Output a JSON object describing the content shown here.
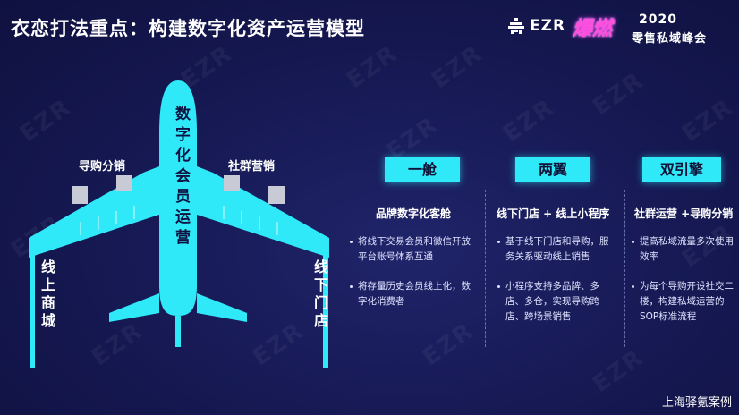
{
  "title": "衣恋打法重点：构建数字化资产运营模型",
  "logo": {
    "ezr_text": "EZR",
    "event_highlight": "爆燃",
    "event_year": "2020",
    "event_name": "零售私域峰会"
  },
  "watermark_text": "EZR",
  "plane": {
    "fuselage_label": "数字化会员运营",
    "left_wing_label": "导购分销",
    "right_wing_label": "社群营销",
    "left_side_label": "线上商城",
    "right_side_label": "线下门店",
    "accent_color": "#2fe8f8"
  },
  "columns": [
    {
      "pill": "一舱",
      "heading": "品牌数字化客舱",
      "bullets": [
        "将线下交易会员和微信开放平台账号体系互通",
        "将存量历史会员线上化，数字化消费者"
      ]
    },
    {
      "pill": "两翼",
      "heading": "线下门店 + 线上小程序",
      "bullets": [
        "基于线下门店和导购，服务关系驱动线上销售",
        "小程序支持多品牌、多店、多仓，实现导购跨店、跨场景销售"
      ]
    },
    {
      "pill": "双引擎",
      "heading": "社群运营 +导购分销",
      "bullets": [
        "提高私域流量多次使用效率",
        "为每个导购开设社交二楼，构建私域运营的SOP标准流程"
      ]
    }
  ],
  "footer": "上海驿氪案例",
  "background_color": "#171a55"
}
